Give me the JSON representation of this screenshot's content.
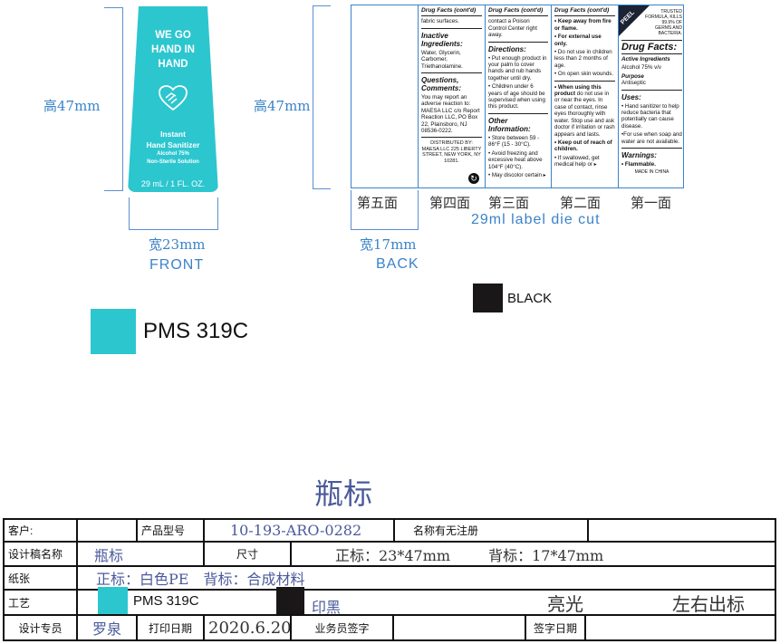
{
  "front": {
    "headline": "WE GO HAND IN HAND",
    "product": "Instant",
    "product2": "Hand Sanitizer",
    "alcohol": "Alcohol 75%",
    "sterile": "Non-Sterile Solution",
    "volume": "29 mL / 1 FL. OZ.",
    "height_label": "高47mm",
    "width_label": "宽23mm",
    "caption": "FRONT"
  },
  "back": {
    "height_label": "高47mm",
    "width_label": "宽17mm",
    "caption": "BACK",
    "die_cut": "29ml label die cut",
    "panel_labels": [
      "第五面",
      "第四面",
      "第三面",
      "第二面",
      "第一面"
    ],
    "p4": {
      "head": "Drug Facts (cont'd)",
      "t1": "fabric surfaces.",
      "h1": "Inactive Ingredients:",
      "t2": "Water, Glycerin, Carbomer, Triethanolamine.",
      "h2": "Questions, Comments:",
      "t3": "You may report an adverse reaction to: MAESA LLC c/o Report Reaction LLC, PO Box 22, Plainsboro, NJ 08536-0222.",
      "t4": "DISTRIBUTED BY: MAESA LLC 225 LIBERTY STREET, NEW YORK, NY 10281."
    },
    "p3": {
      "head": "Drug Facts (cont'd)",
      "t1": "contact a Poison Control Center right away.",
      "h1": "Directions:",
      "t2": "• Put enough product in your palm to cover hands and rub hands together until dry.",
      "t3": "• Children under 6 years of age should be supervised when using this product.",
      "h2": "Other Information:",
      "t4": "• Store between 59 - 86°F (15 - 30°C).",
      "t5": "• Avoid freezing and excessive heat above 104°F (40°C).",
      "t6": "• May discolor certain ▸"
    },
    "p2": {
      "head": "Drug Facts (cont'd)",
      "t1": "• Keep away from fire or flame.",
      "t2": "• For external use only.",
      "t3": "• Do not use in children less than 2 months of age.",
      "t4": "• On open skin wounds.",
      "t5b": "• When using this product",
      "t5": " do not use in or near the eyes. In case of contact, rinse eyes thoroughly with water. Stop use and ask doctor if irritation or rash appears and lasts.",
      "t6": "• Keep out of reach of children.",
      "t7": "• If swallowed, get medical help or ▸"
    },
    "p1": {
      "peel": "PEEL",
      "trusted": "TRUSTED FORMULA, KILLS 99.9% OF GERMS AND BACTERIA.",
      "title": "Drug Facts:",
      "h1": "Active Ingredients",
      "t1": "Alcohol 75% v/v",
      "h2": "Purpose",
      "t2": "Antiseptic",
      "h3": "Uses:",
      "t3": "• Hand sanitizer to help reduce bacteria that potentially can cause disease.",
      "t4": "•For use when soap and water are not available.",
      "h4": "Warnings:",
      "t5": "• Flammable.",
      "t6": "MADE IN CHINA"
    }
  },
  "swatches": {
    "black_label": "BLACK",
    "teal_label": "PMS 319C",
    "teal": "#2cc6cf",
    "black": "#1a1718"
  },
  "title": "瓶标",
  "table": {
    "customer_label": "客户:",
    "customer": "",
    "model_label": "产品型号",
    "model": "10-193-ARO-0282",
    "reg_label": "名称有无注册",
    "reg": "",
    "design_name_label": "设计稿名称",
    "design_name": "瓶标",
    "size_label": "尺寸",
    "size_front": "正标：23*47mm",
    "size_back": "背标：17*47mm",
    "paper_label": "纸张",
    "paper": "正标：白色PE　背标：合成材料",
    "process_label": "工艺",
    "pms": "PMS 319C",
    "print_black": "印黑",
    "gloss": "亮光",
    "orientation": "左右出标",
    "designer_label": "设计专员",
    "designer": "罗泉",
    "print_date_label": "打印日期",
    "print_date": "2020.6.20",
    "sales_sign_label": "业务员签字",
    "sales_sign": "",
    "sign_date_label": "签字日期",
    "sign_date": ""
  }
}
